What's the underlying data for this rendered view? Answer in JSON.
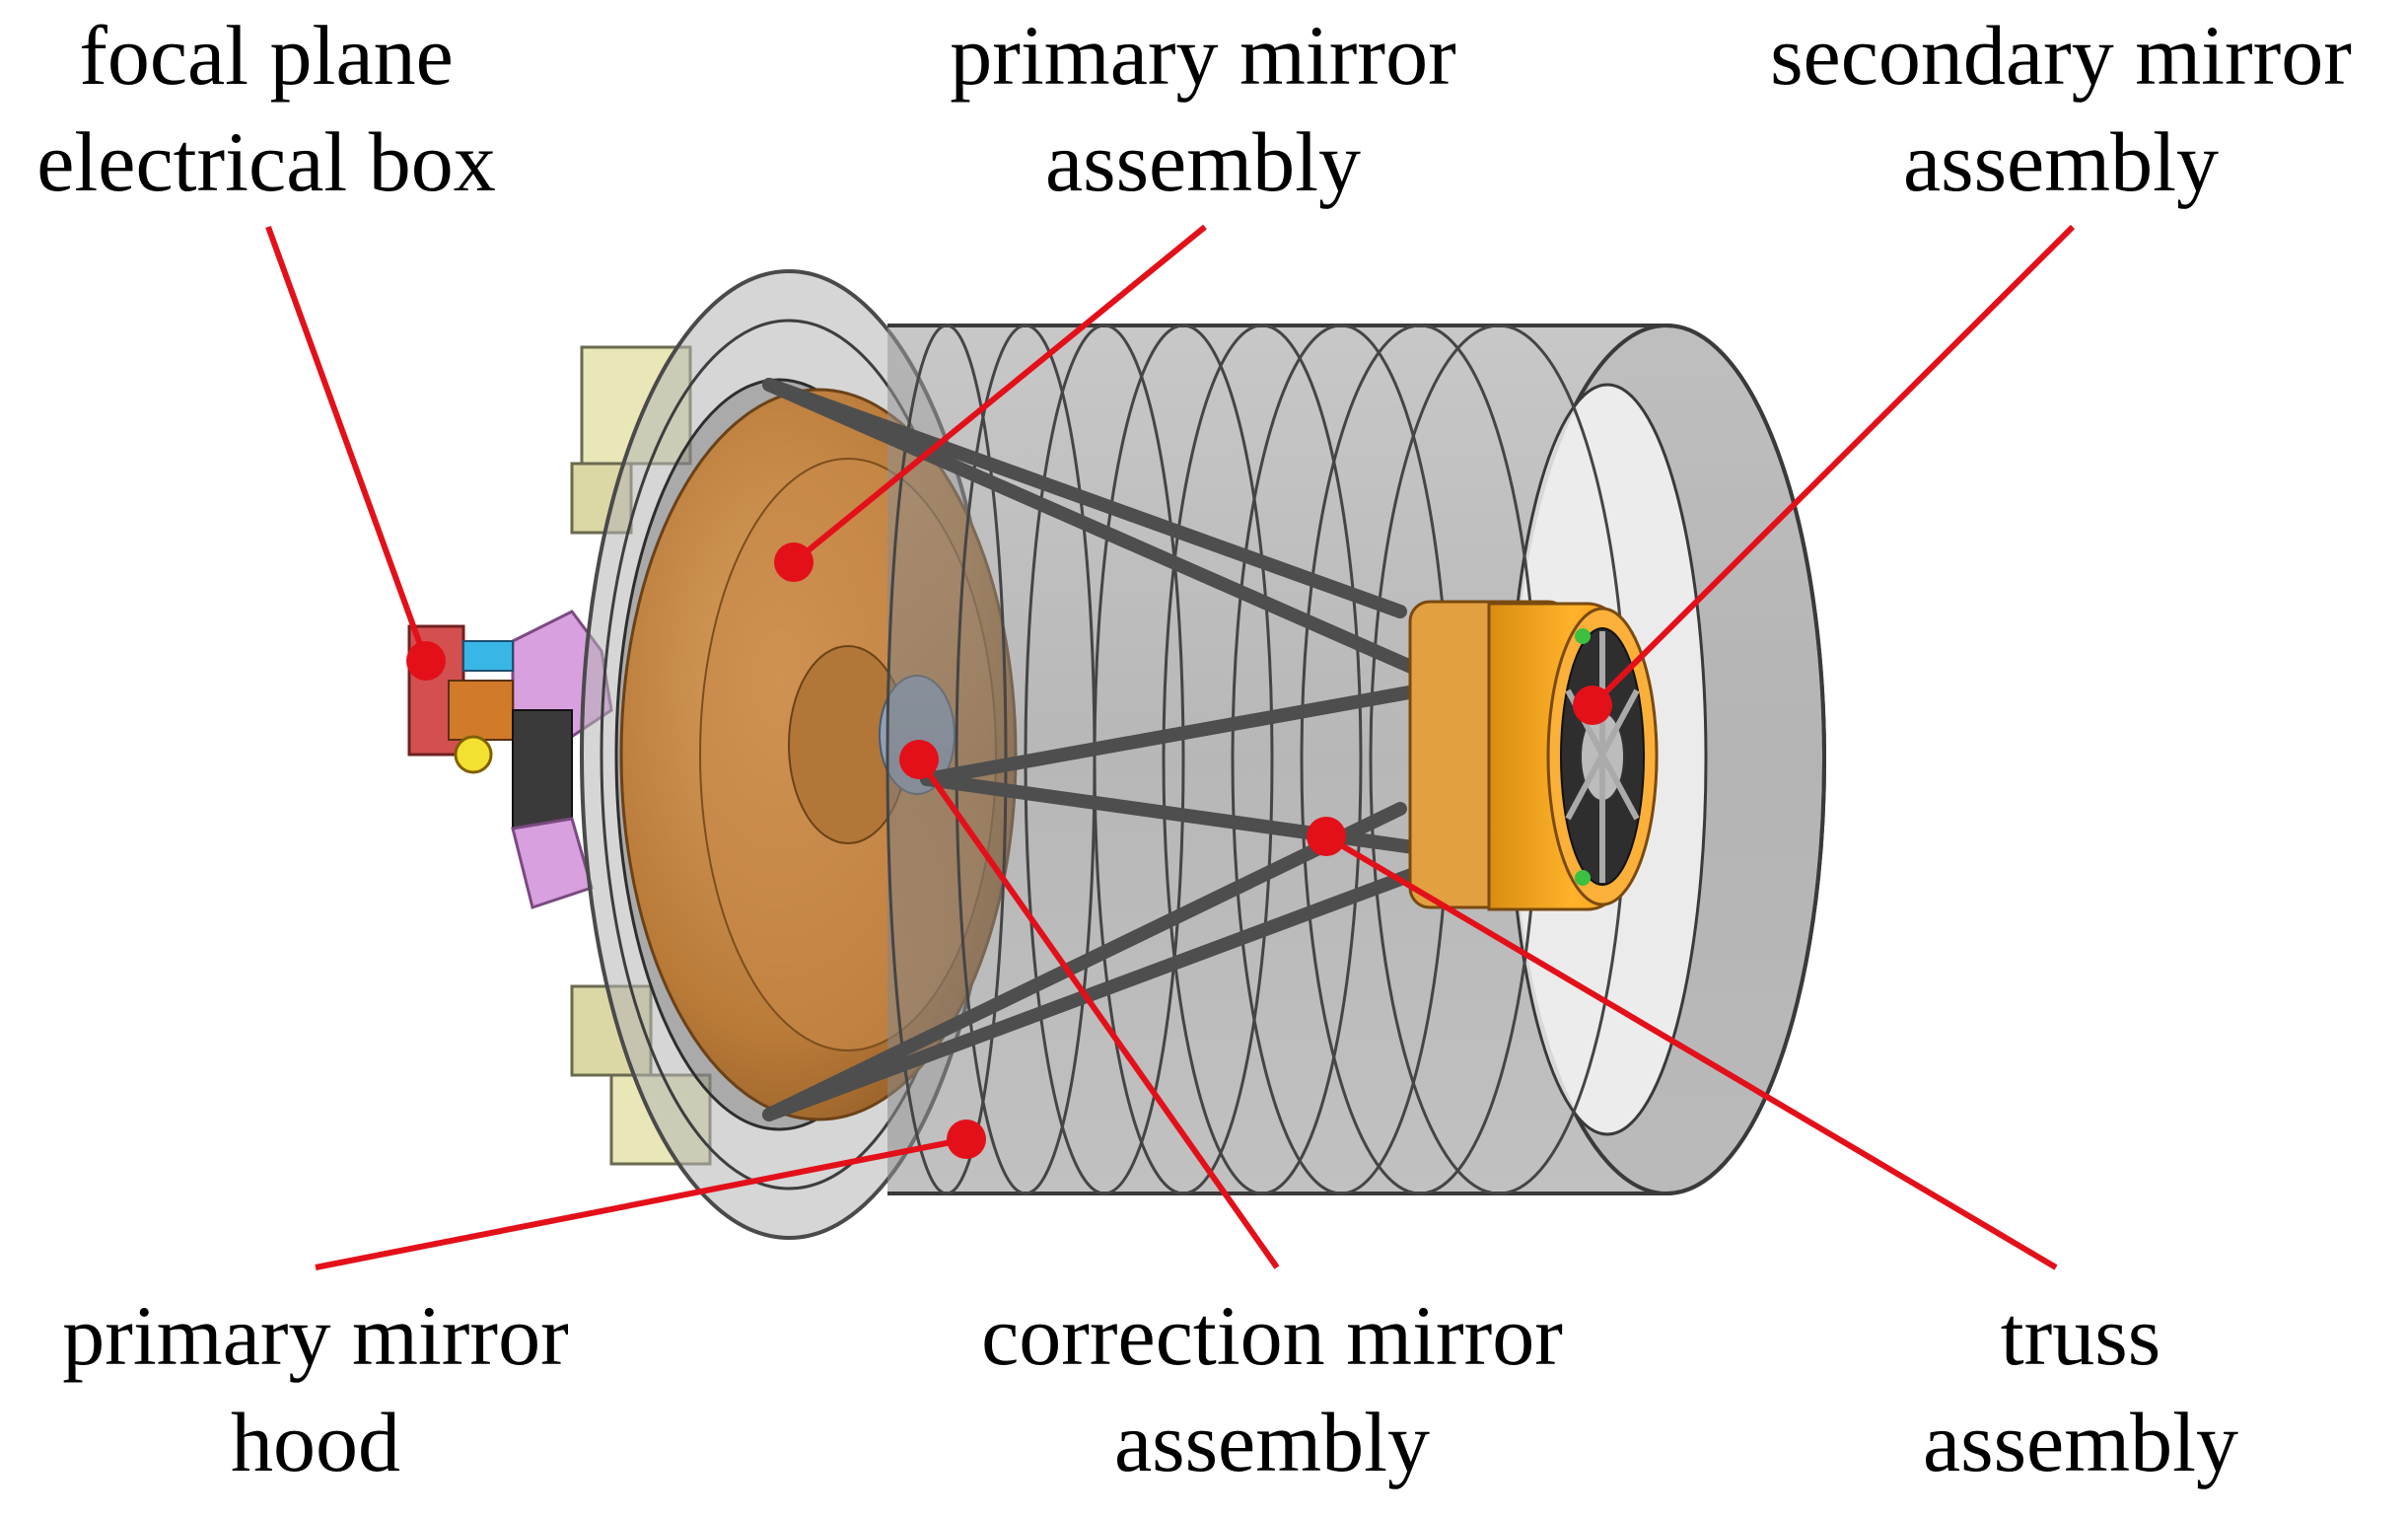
{
  "labels": {
    "focal_plane_electrical_box": {
      "line1": "focal plane",
      "line2": "electrical box"
    },
    "primary_mirror_assembly": {
      "line1": "primary mirror",
      "line2": "assembly"
    },
    "secondary_mirror_assembly": {
      "line1": "secondary mirror",
      "line2": "assembly"
    },
    "primary_mirror_hood": {
      "line1": "primary mirror",
      "line2": "hood"
    },
    "correction_mirror_assembly": {
      "line1": "correction mirror",
      "line2": "assembly"
    },
    "truss_assembly": {
      "line1": "truss",
      "line2": "assembly"
    }
  },
  "colors": {
    "leader": "#e3101a",
    "tube": "#6f6f6f",
    "mirror": "#c58a4a",
    "secondary": "#f2a020",
    "mount": "#e8e5b8"
  }
}
